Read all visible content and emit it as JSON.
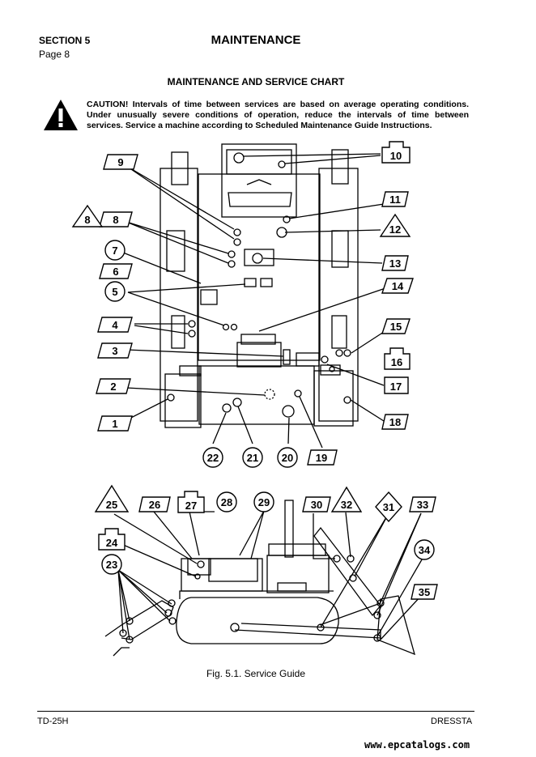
{
  "header": {
    "section": "SECTION 5",
    "page": "Page 8",
    "title": "MAINTENANCE"
  },
  "chart_title": "MAINTENANCE AND SERVICE CHART",
  "caution": "CAUTION! Intervals of time between services are based on average operating conditions. Under unusually severe conditions of operation, reduce the intervals of time between services. Service a machine according to Scheduled Maintenance Guide Instructions.",
  "warning_icon": "warning-triangle-icon",
  "callouts": {
    "c1": "1",
    "c2": "2",
    "c3": "3",
    "c4": "4",
    "c5": "5",
    "c6": "6",
    "c7": "7",
    "c8a": "8",
    "c8b": "8",
    "c9": "9",
    "c10": "10",
    "c11": "11",
    "c12": "12",
    "c13": "13",
    "c14": "14",
    "c15": "15",
    "c16": "16",
    "c17": "17",
    "c18": "18",
    "c19": "19",
    "c20": "20",
    "c21": "21",
    "c22": "22",
    "c23": "23",
    "c24": "24",
    "c25": "25",
    "c26": "26",
    "c27": "27",
    "c28": "28",
    "c29": "29",
    "c30": "30",
    "c31": "31",
    "c32": "32",
    "c33": "33",
    "c34": "34",
    "c35": "35"
  },
  "figure_caption": "Fig. 5.1. Service Guide",
  "footer": {
    "model": "TD-25H",
    "brand": "DRESSTA"
  },
  "watermark": "www.epcatalogs.com"
}
